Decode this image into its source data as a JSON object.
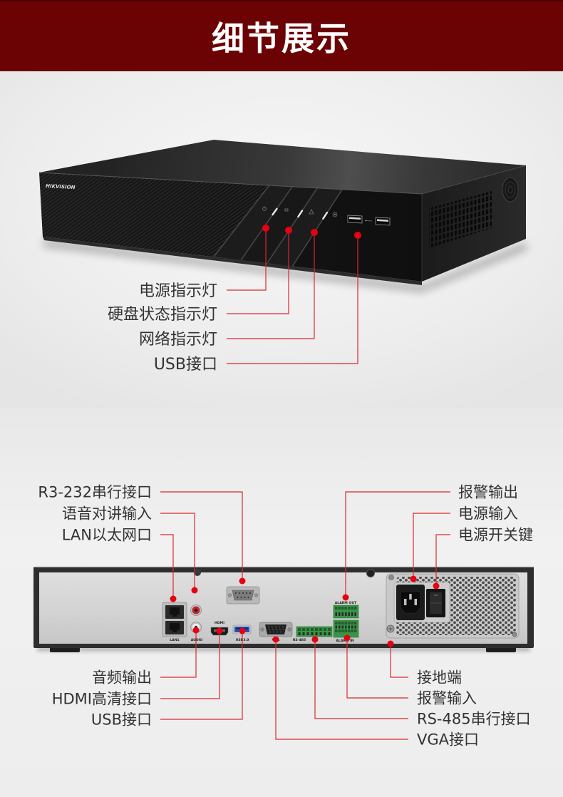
{
  "header": {
    "title": "细节展示"
  },
  "colors": {
    "header_bg": "#6b0203",
    "accent": "#e60012",
    "callout_line": "#d82a2f",
    "label_text": "#333333"
  },
  "front_view": {
    "brand_logo": "HIKVISION",
    "callouts": [
      {
        "label": "电源指示灯"
      },
      {
        "label": "硬盘状态指示灯"
      },
      {
        "label": "网络指示灯"
      },
      {
        "label": "USB接口"
      }
    ]
  },
  "rear_view": {
    "port_labels": {
      "lan": "LAN1",
      "audio": "AUDIO",
      "hdmi": "HDMI",
      "usb": "USB3.0",
      "vga": "VGA",
      "rs485": "RS-485",
      "alarm_out": "ALARM OUT",
      "alarm_in": "ALARM IN"
    },
    "callouts_top_left": [
      {
        "label": "R3-232串行接口"
      },
      {
        "label": "语音对讲输入"
      },
      {
        "label": "LAN以太网口"
      }
    ],
    "callouts_top_right": [
      {
        "label": "报警输出"
      },
      {
        "label": "电源输入"
      },
      {
        "label": "电源开关键"
      }
    ],
    "callouts_bottom_left": [
      {
        "label": "音频输出"
      },
      {
        "label": "HDMI高清接口"
      },
      {
        "label": "USB接口"
      }
    ],
    "callouts_bottom_right": [
      {
        "label": "接地端"
      },
      {
        "label": "报警输入"
      },
      {
        "label": "RS-485串行接口"
      },
      {
        "label": "VGA接口"
      }
    ]
  }
}
